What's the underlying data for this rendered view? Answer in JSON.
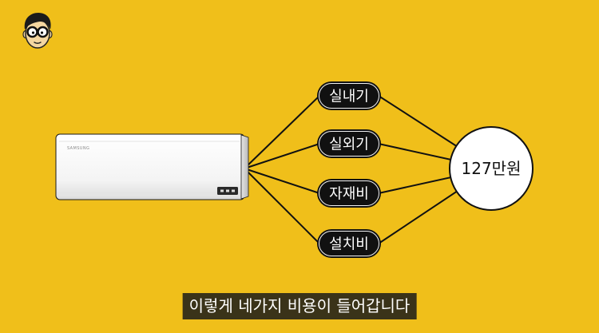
{
  "video": {
    "background_color": "#F0BF1A",
    "channel_avatar_icon": "cartoon-face-with-glasses-icon"
  },
  "diagram": {
    "product": {
      "icon": "air-conditioner-indoor-unit-icon",
      "logo_text": "SAMSUNG"
    },
    "cost_items": [
      {
        "label": "실내기"
      },
      {
        "label": "실외기"
      },
      {
        "label": "자재비"
      },
      {
        "label": "설치비"
      }
    ],
    "total": "127만원",
    "colors": {
      "line": "#111111",
      "pill_fill": "#111111",
      "pill_text": "#FFFFFF",
      "total_circle_fill": "#FFFFFF",
      "total_circle_stroke": "#111111"
    }
  },
  "subtitle": {
    "text": "이렇게 네가지 비용이 들어갑니다",
    "background_color": "#26241A"
  }
}
